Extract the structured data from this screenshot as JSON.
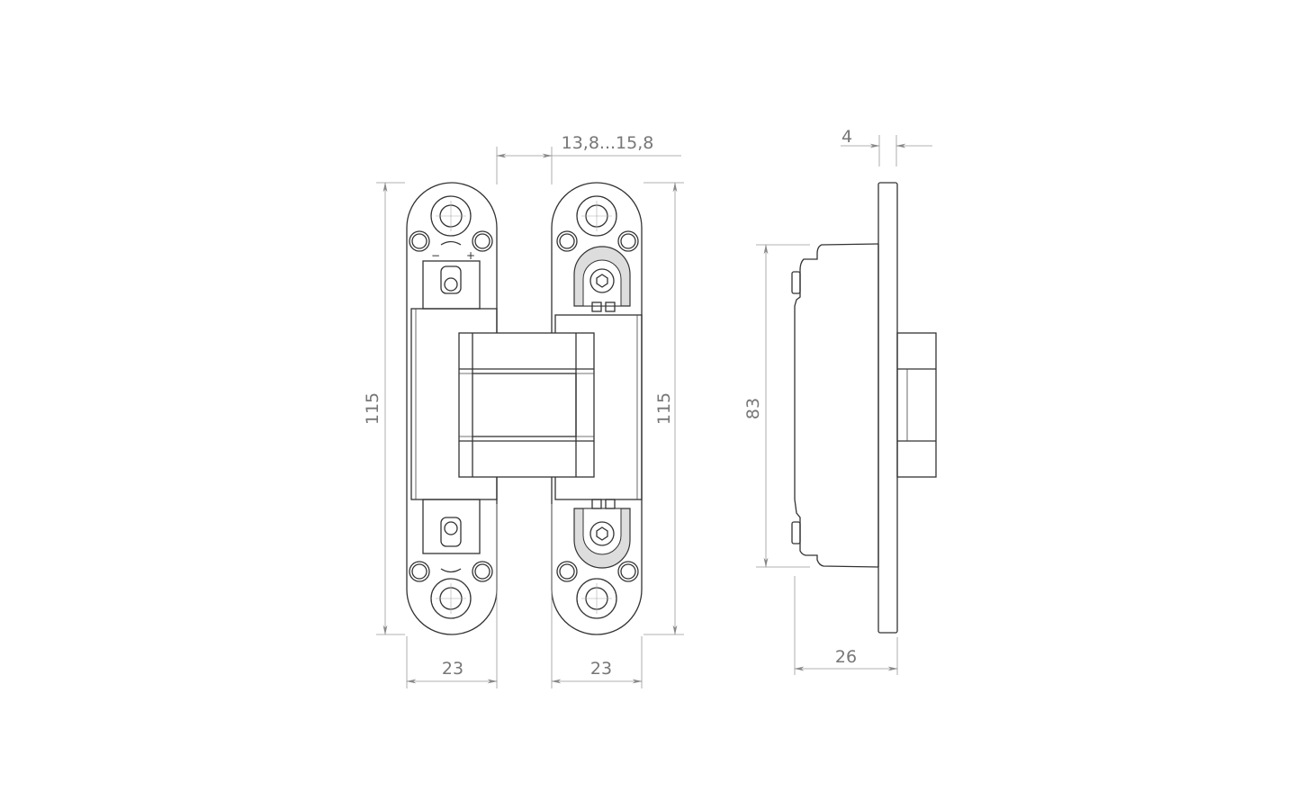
{
  "drawing": {
    "title": "Concealed hinge dimensional drawing",
    "dimensions": {
      "gap": "13,8...15,8",
      "left_height": "115",
      "right_height": "115",
      "left_width": "23",
      "right_width": "23",
      "plate_thickness": "4",
      "body_height": "83",
      "depth": "26"
    },
    "adjust_symbols": {
      "minus": "−",
      "plus": "+"
    },
    "line_color": "#333333",
    "dimension_color": "#888888"
  }
}
